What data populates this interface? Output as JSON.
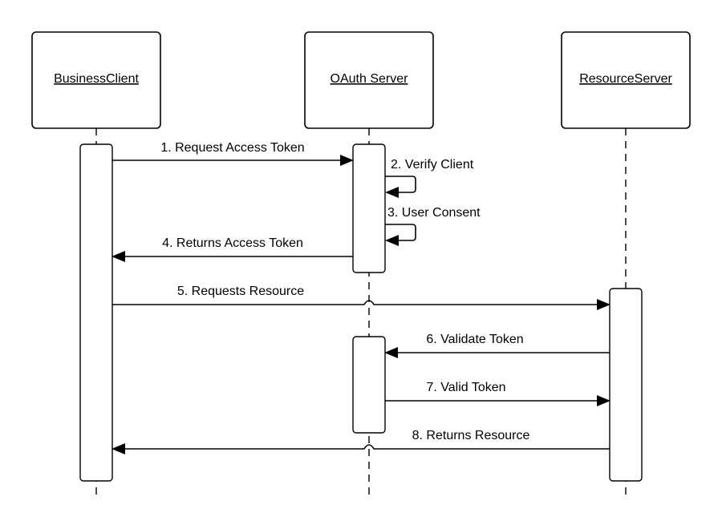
{
  "participants": [
    {
      "id": "client",
      "name": "BusinessClient"
    },
    {
      "id": "oauth",
      "name": "OAuth Server"
    },
    {
      "id": "resource",
      "name": "ResourceServer"
    }
  ],
  "messages": [
    {
      "label": "1. Request Access Token",
      "from": "client",
      "to": "oauth",
      "kind": "call"
    },
    {
      "label": "2. Verify Client",
      "from": "oauth",
      "to": "oauth",
      "kind": "self"
    },
    {
      "label": "3. User Consent",
      "from": "oauth",
      "to": "oauth",
      "kind": "self"
    },
    {
      "label": "4. Returns Access Token",
      "from": "oauth",
      "to": "client",
      "kind": "return"
    },
    {
      "label": "5. Requests Resource",
      "from": "client",
      "to": "resource",
      "kind": "call"
    },
    {
      "label": "6. Validate Token",
      "from": "resource",
      "to": "oauth",
      "kind": "call"
    },
    {
      "label": "7. Valid Token",
      "from": "oauth",
      "to": "resource",
      "kind": "return"
    },
    {
      "label": "8. Returns Resource",
      "from": "resource",
      "to": "client",
      "kind": "return"
    }
  ]
}
